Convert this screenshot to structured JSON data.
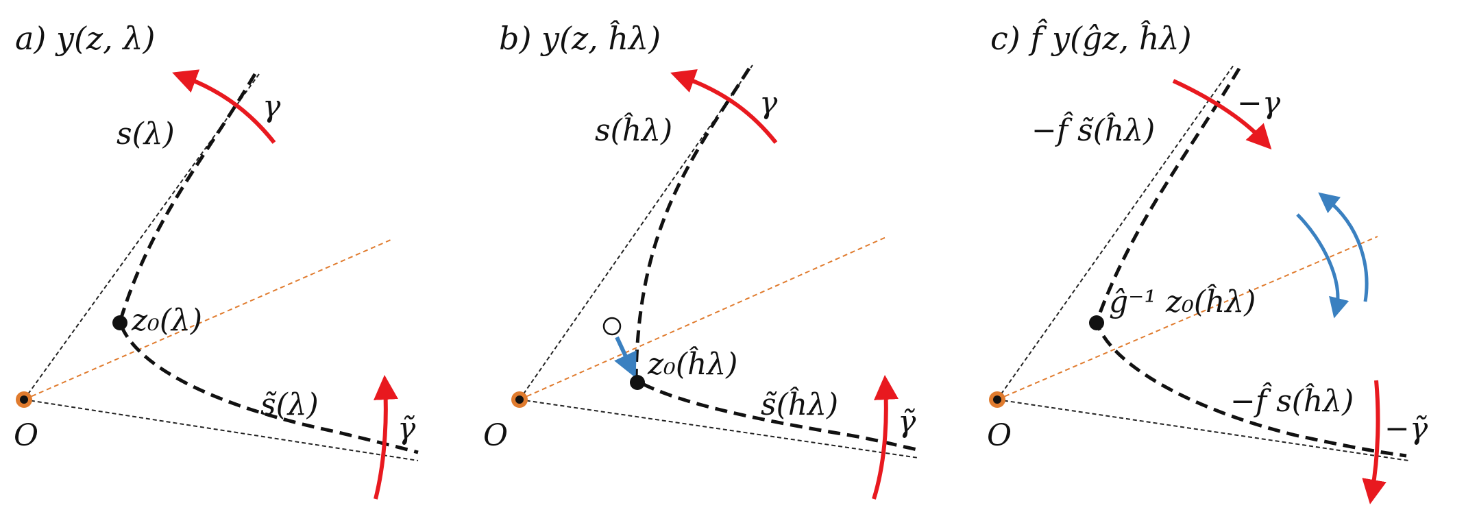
{
  "colors": {
    "curve": "#111111",
    "guide": "#222222",
    "orange": "#e07b2e",
    "red": "#e8191f",
    "blue": "#3a80c0"
  },
  "panels": [
    {
      "title": "a)  y(z, λ)",
      "upper_branch": "s(λ)",
      "lower_branch": "s̃(λ)",
      "point_label": "z₀(λ)",
      "origin": "O",
      "arrow_upper": "γ",
      "arrow_lower": "γ̃"
    },
    {
      "title": "b)  y(z, ĥλ)",
      "upper_branch": "s(ĥλ)",
      "lower_branch": "s̃(ĥλ)",
      "point_label": "z₀(ĥλ)",
      "origin": "O",
      "arrow_upper": "γ",
      "arrow_lower": "γ̃"
    },
    {
      "title": "c)  f̂ y(ĝz, ĥλ)",
      "upper_branch": "−f̂ s̃(ĥλ)",
      "lower_branch": "−f̂ s(ĥλ)",
      "point_label": "ĝ⁻¹ z₀(ĥλ)",
      "origin": "O",
      "arrow_upper": "−γ",
      "arrow_lower": "−γ̃"
    }
  ]
}
